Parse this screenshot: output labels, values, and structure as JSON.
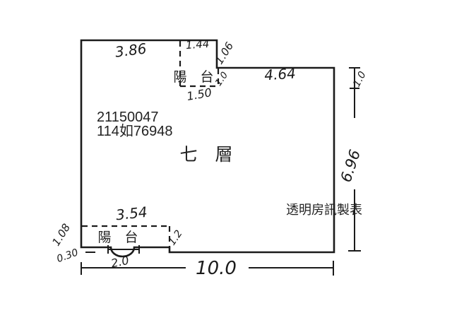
{
  "page": {
    "background": "#ffffff",
    "ink_color": "#1b1b1b",
    "type_color": "#222222"
  },
  "plan": {
    "registry_number": "21150047",
    "document_number": "114如76948",
    "floor_label": "七　層",
    "publisher": "透明房訊製表",
    "balcony_top": {
      "label": "陽　台"
    },
    "balcony_bottom": {
      "label": "陽　台"
    },
    "dimensions": {
      "top_left_width": "3.86",
      "top_balcony_width": "1.44",
      "top_step_height": "1.06",
      "top_balcony_depth": "1.0",
      "top_balcony_bottom_width": "1.50",
      "top_right_width": "4.64",
      "right_upper_height": "1.0",
      "right_main_height": "6.96",
      "bottom_balcony_width": "3.54",
      "bottom_balcony_left_depth": "1.08",
      "bottom_balcony_right_depth": "1.2",
      "bottom_left_offset": "0.30",
      "bottom_arc_width": "2.0",
      "total_width": "10.0"
    }
  }
}
